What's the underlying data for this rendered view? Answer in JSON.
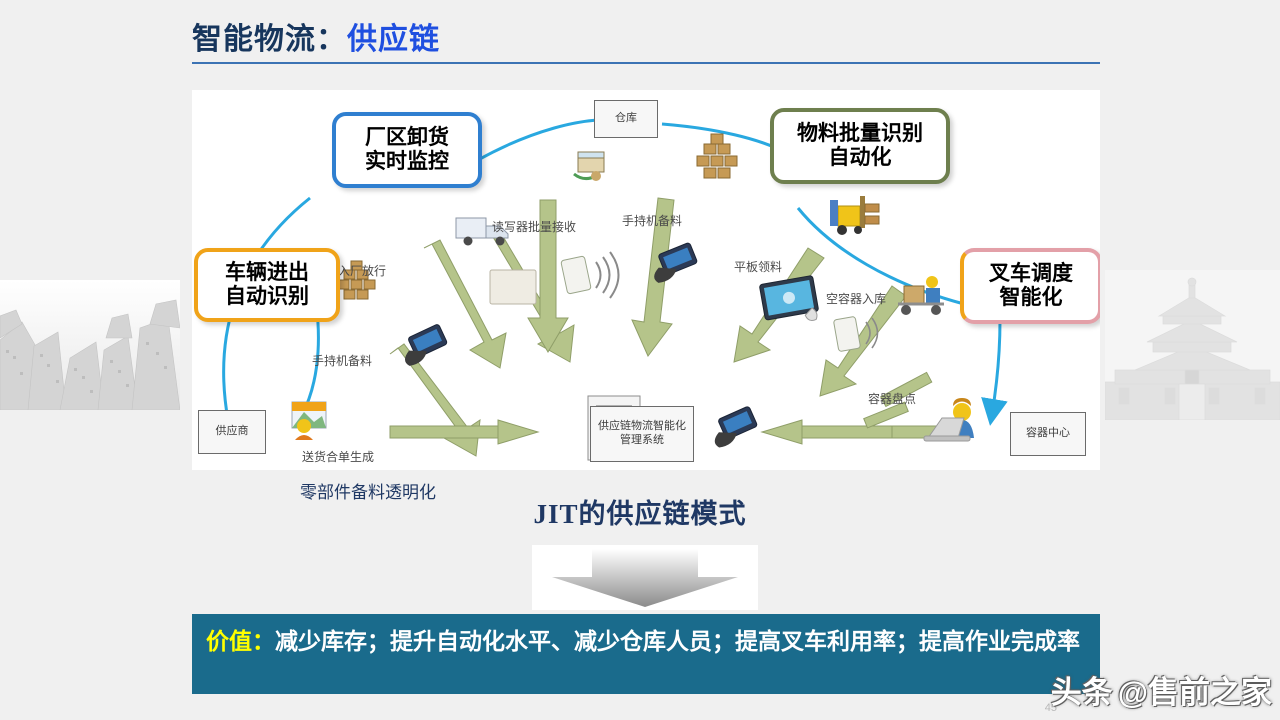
{
  "header": {
    "title_main": "智能物流：",
    "title_accent": "供应链",
    "rule_color": "#3c73b4"
  },
  "diagram": {
    "nodes": [
      {
        "id": "warehouse",
        "label": "仓库"
      },
      {
        "id": "supplier",
        "label": "供应商"
      },
      {
        "id": "center-system",
        "label": "供应链物流智能化管理系统"
      },
      {
        "id": "container-center",
        "label": "容器中心"
      }
    ],
    "flow_labels": [
      {
        "id": "truck-entry",
        "label": "货车入厂放行"
      },
      {
        "id": "reader-batch-receive",
        "label": "读写器批量接收"
      },
      {
        "id": "handheld-prep-top",
        "label": "手持机备料"
      },
      {
        "id": "tablet-pick",
        "label": "平板领料"
      },
      {
        "id": "empty-container-inbound",
        "label": "空容器入库"
      },
      {
        "id": "handheld-prep-left",
        "label": "手持机备料"
      },
      {
        "id": "delivery-note",
        "label": "送货合单生成"
      },
      {
        "id": "container-count",
        "label": "容器盘点"
      }
    ],
    "callouts": [
      {
        "id": "unload-monitor",
        "lines": [
          "厂区卸货",
          "实时监控"
        ],
        "border": "#2f7fd0"
      },
      {
        "id": "material-batch-id",
        "lines": [
          "物料批量识别",
          "自动化"
        ],
        "border": "#6e7f4e"
      },
      {
        "id": "vehicle-auto-id",
        "lines": [
          "车辆进出",
          "自动识别"
        ],
        "border": "#f0a319"
      },
      {
        "id": "forklift-dispatch",
        "lines": [
          "叉车调度",
          "智能化"
        ],
        "border": "#e3a0a8"
      }
    ],
    "arrow_colors": {
      "flow": "#b5c48a",
      "link": "#29a8e0"
    }
  },
  "captions": {
    "sub_caption": "零部件备料透明化",
    "jit_caption": "JIT的供应链模式"
  },
  "value_bar": {
    "key": "价值：",
    "text": "减少库存；提升自动化水平、减少仓库人员；提高叉车利用率；提高作业完成率",
    "background": "#1a6b8c",
    "key_color": "#ffff00"
  },
  "watermark": {
    "mark": "头条",
    "account": "@售前之家",
    "page_number": "45"
  }
}
